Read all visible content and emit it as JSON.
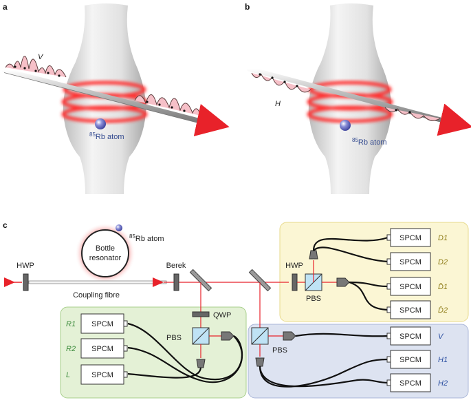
{
  "panels": {
    "a": "a",
    "b": "b",
    "c": "c"
  },
  "panel_a": {
    "polarization": "V",
    "atom_label_sup": "85",
    "atom_label": "Rb atom"
  },
  "panel_b": {
    "polarization": "H",
    "atom_label_sup": "85",
    "atom_label": "Rb atom"
  },
  "panel_c": {
    "atom_label_sup": "85",
    "atom_label": "Rb atom",
    "resonator_line1": "Bottle",
    "resonator_line2": "resonator",
    "hwp_left": "HWP",
    "berek": "Berek",
    "coupling_fibre": "Coupling fibre",
    "hwp_right": "HWP",
    "pbs_yellow": "PBS",
    "qwp": "QWP",
    "pbs_green": "PBS",
    "pbs_blue": "PBS",
    "spcm": "SPCM",
    "detectors_yellow": [
      "D1",
      "D2",
      "D̄1",
      "D̄2"
    ],
    "detectors_green": [
      "R1",
      "R2",
      "L"
    ],
    "detectors_blue": [
      "V",
      "H1",
      "H2"
    ],
    "colors": {
      "green_panel": "#e4f1d6",
      "yellow_panel": "#fbf6d4",
      "blue_panel": "#dde3f1",
      "beam": "#e8222a",
      "green_label": "#3a8a3a",
      "yellow_label": "#8f7d1a",
      "blue_label": "#2b4fa1"
    }
  }
}
